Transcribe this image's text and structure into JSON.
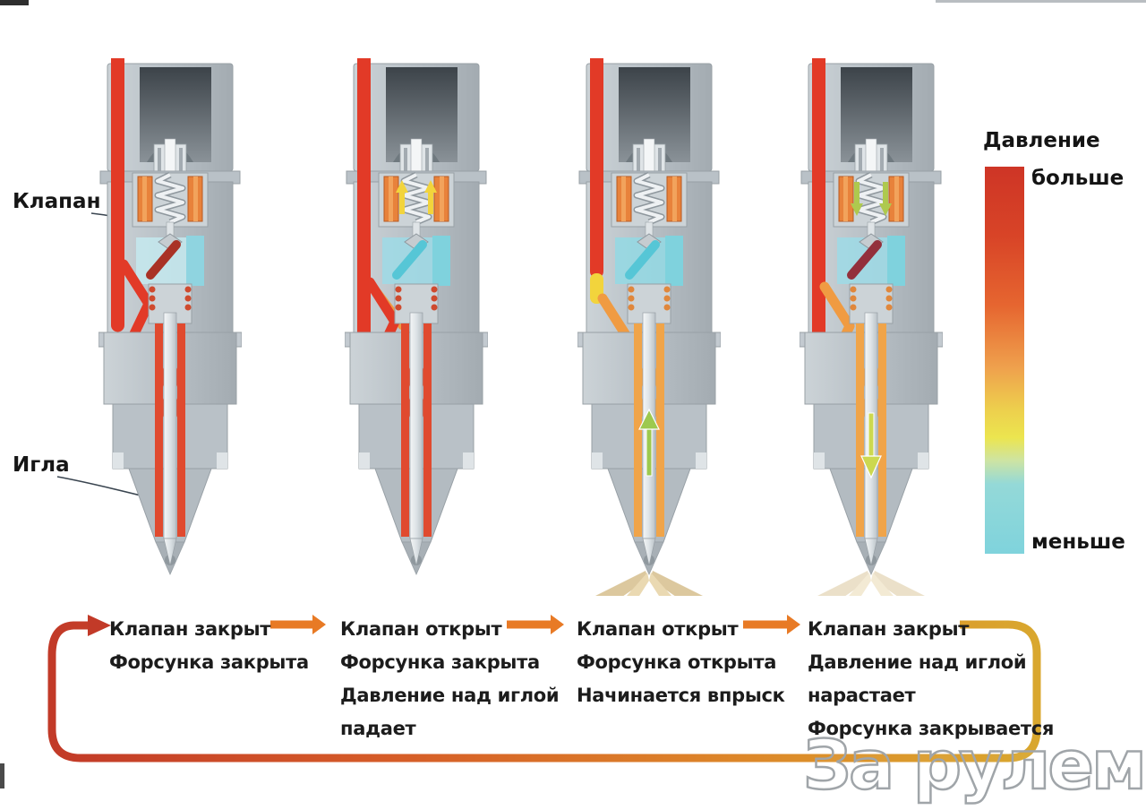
{
  "labels": {
    "valve": "Клапан",
    "needle": "Игла"
  },
  "legend": {
    "title": "Давление",
    "more": "больше",
    "less": "меньше",
    "stops": [
      [
        "0%",
        "#ce3526"
      ],
      [
        "18%",
        "#d84427"
      ],
      [
        "36%",
        "#e66630"
      ],
      [
        "52%",
        "#efa14d"
      ],
      [
        "63%",
        "#edd04d"
      ],
      [
        "70%",
        "#ece54f"
      ],
      [
        "76%",
        "#cde4a4"
      ],
      [
        "82%",
        "#94d9d8"
      ],
      [
        "100%",
        "#7fd3dc"
      ]
    ]
  },
  "stages": [
    {
      "lines": [
        "Клапан закрыт",
        "Форсунка закрыта"
      ]
    },
    {
      "lines": [
        "Клапан открыт",
        "Форсунка закрыта",
        "Давление над иглой",
        "падает"
      ]
    },
    {
      "lines": [
        "Клапан открыт",
        "Форсунка открыта",
        "Начинается впрыск"
      ]
    },
    {
      "lines": [
        "Клапан закрыт",
        "Давление над иглой",
        "нарастает",
        "Форсунка закрывается"
      ]
    }
  ],
  "watermark": "За рулем",
  "palette": {
    "body_light": "#ccd3d7",
    "body": "#b9c1c7",
    "body_dark": "#a3abb1",
    "edge": "#98a0a6",
    "cavity_top": "#3c4349",
    "cavity_bottom": "#8a9298",
    "dome": "#6f797f",
    "coil": "#e8823b",
    "coil_stripe": "#f2a35c",
    "coil_edge": "#b85a20",
    "spring": "#eef1f3",
    "spring_shadow": "#8f989e",
    "steel": "#dfe4e7",
    "white": "#f4f6f7",
    "supply_red": "#e23a27",
    "flow_arrow": "#e87a25",
    "loop_gradient": [
      "#c23a28",
      "#d65d28",
      "#dd8729",
      "#d9a72e"
    ],
    "pointer": "#3a4550",
    "spray_outer": "#dcc89e",
    "spray_inner": "#ead9b2",
    "arrow_up_yellow": "#f2d43c",
    "arrow_down_green": "#aec94e",
    "needle_arrow_up": "#9dc94f",
    "needle_arrow_down": "#ccd84f"
  },
  "injectors": [
    {
      "id": "stage-1",
      "valve": "closed",
      "nozzle": "closed",
      "supply_end": 298,
      "supply_tail": null,
      "zig_start": 230,
      "zigzag_color": "#e23a27",
      "valve_diag_color": "#a93226",
      "upper_branch": null,
      "needle_channel_color": "#e04a2f",
      "under_valve_color": "#c4e9ee",
      "return_color": "#8fd4e0",
      "ring_color": "#cf4a2e",
      "solenoid_arrows": "none",
      "needle_arrow": "none",
      "spray": 0
    },
    {
      "id": "stage-2",
      "valve": "open",
      "nozzle": "closed",
      "supply_end": 345,
      "supply_tail": null,
      "zig_start": 250,
      "zigzag_color": "#e23a27",
      "valve_diag_color": "#56c6d6",
      "upper_branch": "#f09b42",
      "needle_channel_color": "#e04a2f",
      "under_valve_color": "#9edbe6",
      "return_color": "#7fd2dd",
      "ring_color": "#cf4a2e",
      "solenoid_arrows": "up",
      "needle_arrow": "none",
      "spray": 0
    },
    {
      "id": "stage-3",
      "valve": "open",
      "nozzle": "open",
      "supply_end": 238,
      "supply_tail": "#f2d43c",
      "zig_start": 268,
      "zigzag_color": "#f09b42",
      "valve_diag_color": "#56c6d6",
      "upper_branch": null,
      "needle_channel_color": "#f0a449",
      "under_valve_color": "#93d9e4",
      "return_color": "#7fd2dd",
      "ring_color": "#e0873c",
      "solenoid_arrows": "none",
      "needle_arrow": "up",
      "spray": 1
    },
    {
      "id": "stage-4",
      "valve": "closed",
      "nozzle": "closing",
      "supply_end": 312,
      "supply_tail": null,
      "zig_start": 255,
      "zigzag_color": "#f09b42",
      "valve_diag_color": "#93303c",
      "upper_branch": null,
      "needle_channel_color": "#f0a449",
      "under_valve_color": "#9edbe6",
      "return_color": "#7fd2dd",
      "ring_color": "#e0873c",
      "solenoid_arrows": "down",
      "needle_arrow": "down",
      "spray": 0.55
    }
  ]
}
